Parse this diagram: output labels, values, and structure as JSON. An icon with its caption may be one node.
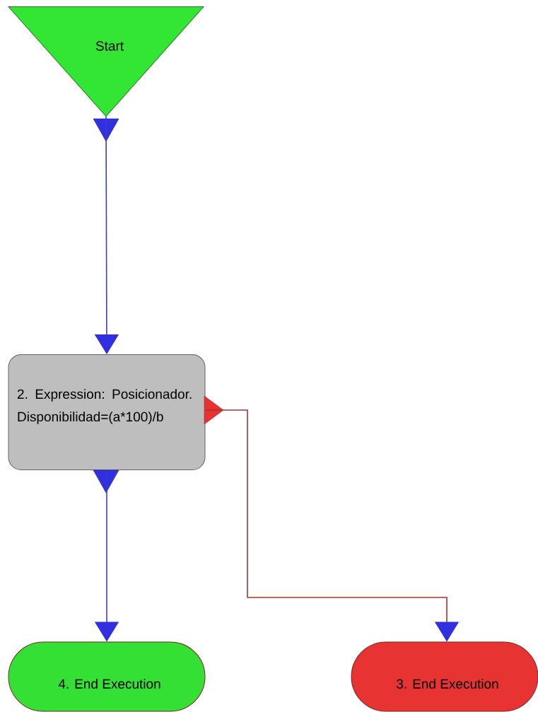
{
  "diagram": {
    "nodes": [
      {
        "text": [
          "Start"
        ]
      },
      {
        "text": [
          "2. Expression: Posicionador. Disponibilidad=(a*100)/b"
        ]
      },
      {
        "text": [
          "4. End Execution"
        ]
      },
      {
        "text": [
          "3. End Execution"
        ]
      }
    ],
    "edges": [
      {
        "from": 0,
        "to": 1,
        "arrow": "to"
      },
      {
        "from": 1,
        "to": 2,
        "arrow": "to"
      },
      {
        "from": 1,
        "to": 3,
        "arrow": "to",
        "color": "#a83232"
      }
    ]
  }
}
